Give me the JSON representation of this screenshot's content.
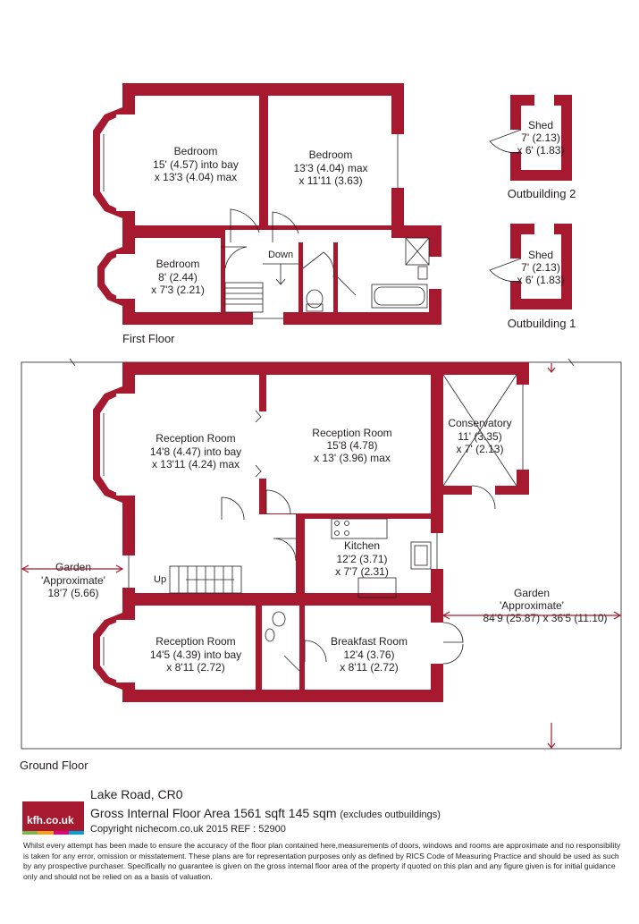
{
  "colors": {
    "wall": "#a6192e",
    "text": "#231f20",
    "logo_bars": [
      "#7ab648",
      "#f6a01a",
      "#e4007c",
      "#00a0dc"
    ]
  },
  "first_floor": {
    "caption": "First Floor",
    "bedroom1": {
      "name": "Bedroom",
      "line1": "15' (4.57) into bay",
      "line2": "x 13'3 (4.04) max"
    },
    "bedroom2": {
      "name": "Bedroom",
      "line1": "13'3 (4.04) max",
      "line2": "x 11'11 (3.63)"
    },
    "bedroom3": {
      "name": "Bedroom",
      "line1": "8' (2.44)",
      "line2": "x 7'3 (2.21)"
    },
    "stairs_label": "Down"
  },
  "outbuilding2": {
    "name": "Shed",
    "line1": "7' (2.13)",
    "line2": "x 6' (1.83)",
    "caption": "Outbuilding 2"
  },
  "outbuilding1": {
    "name": "Shed",
    "line1": "7' (2.13)",
    "line2": "x 6' (1.83)",
    "caption": "Outbuilding 1"
  },
  "ground_floor": {
    "caption": "Ground Floor",
    "reception1": {
      "name": "Reception Room",
      "line1": "14'8 (4.47) into bay",
      "line2": "x 13'11 (4.24) max"
    },
    "reception2": {
      "name": "Reception Room",
      "line1": "15'8 (4.78)",
      "line2": "x 13' (3.96) max"
    },
    "conservatory": {
      "name": "Conservatory",
      "line1": "11' (3.35)",
      "line2": "x 7' (2.13)"
    },
    "kitchen": {
      "name": "Kitchen",
      "line1": "12'2 (3.71)",
      "line2": "x 7'7 (2.31)"
    },
    "reception3": {
      "name": "Reception Room",
      "line1": "14'5 (4.39) into bay",
      "line2": "x 8'11 (2.72)"
    },
    "breakfast": {
      "name": "Breakfast Room",
      "line1": "12'4 (3.76)",
      "line2": "x 8'11 (2.72)"
    },
    "stairs_label": "Up",
    "garden_front": {
      "name": "Garden",
      "line1": "'Approximate'",
      "line2": "18'7 (5.66)"
    },
    "garden_rear": {
      "name": "Garden",
      "line1": "'Approximate'",
      "line2": "84'9 (25.87) x 36'5 (11.10)"
    }
  },
  "footer": {
    "logo": "kfh.co.uk",
    "title": "Lake Road, CR0",
    "area": "Gross Internal Floor Area 1561 sqft 145 sqm",
    "area_note": "(excludes outbuildings)",
    "copyright": "Copyright nichecom.co.uk 2015 REF : 52900",
    "disclaimer": "Whilst every attempt has been made to ensure the accuracy of the floor plan contained here,measurements of doors, windows and rooms are approximate and no responsibility is taken for any error, omission or misstatement. These plans are for representation purposes only as defined by RICS Code of Measuring Practice and should be used as such by any prospective purchaser. Specifically no guarantee is given on the gross internal floor area of the property if quoted on this plan and any figure given is for initial guidance only and should not be relied on as a basis of valuation."
  }
}
